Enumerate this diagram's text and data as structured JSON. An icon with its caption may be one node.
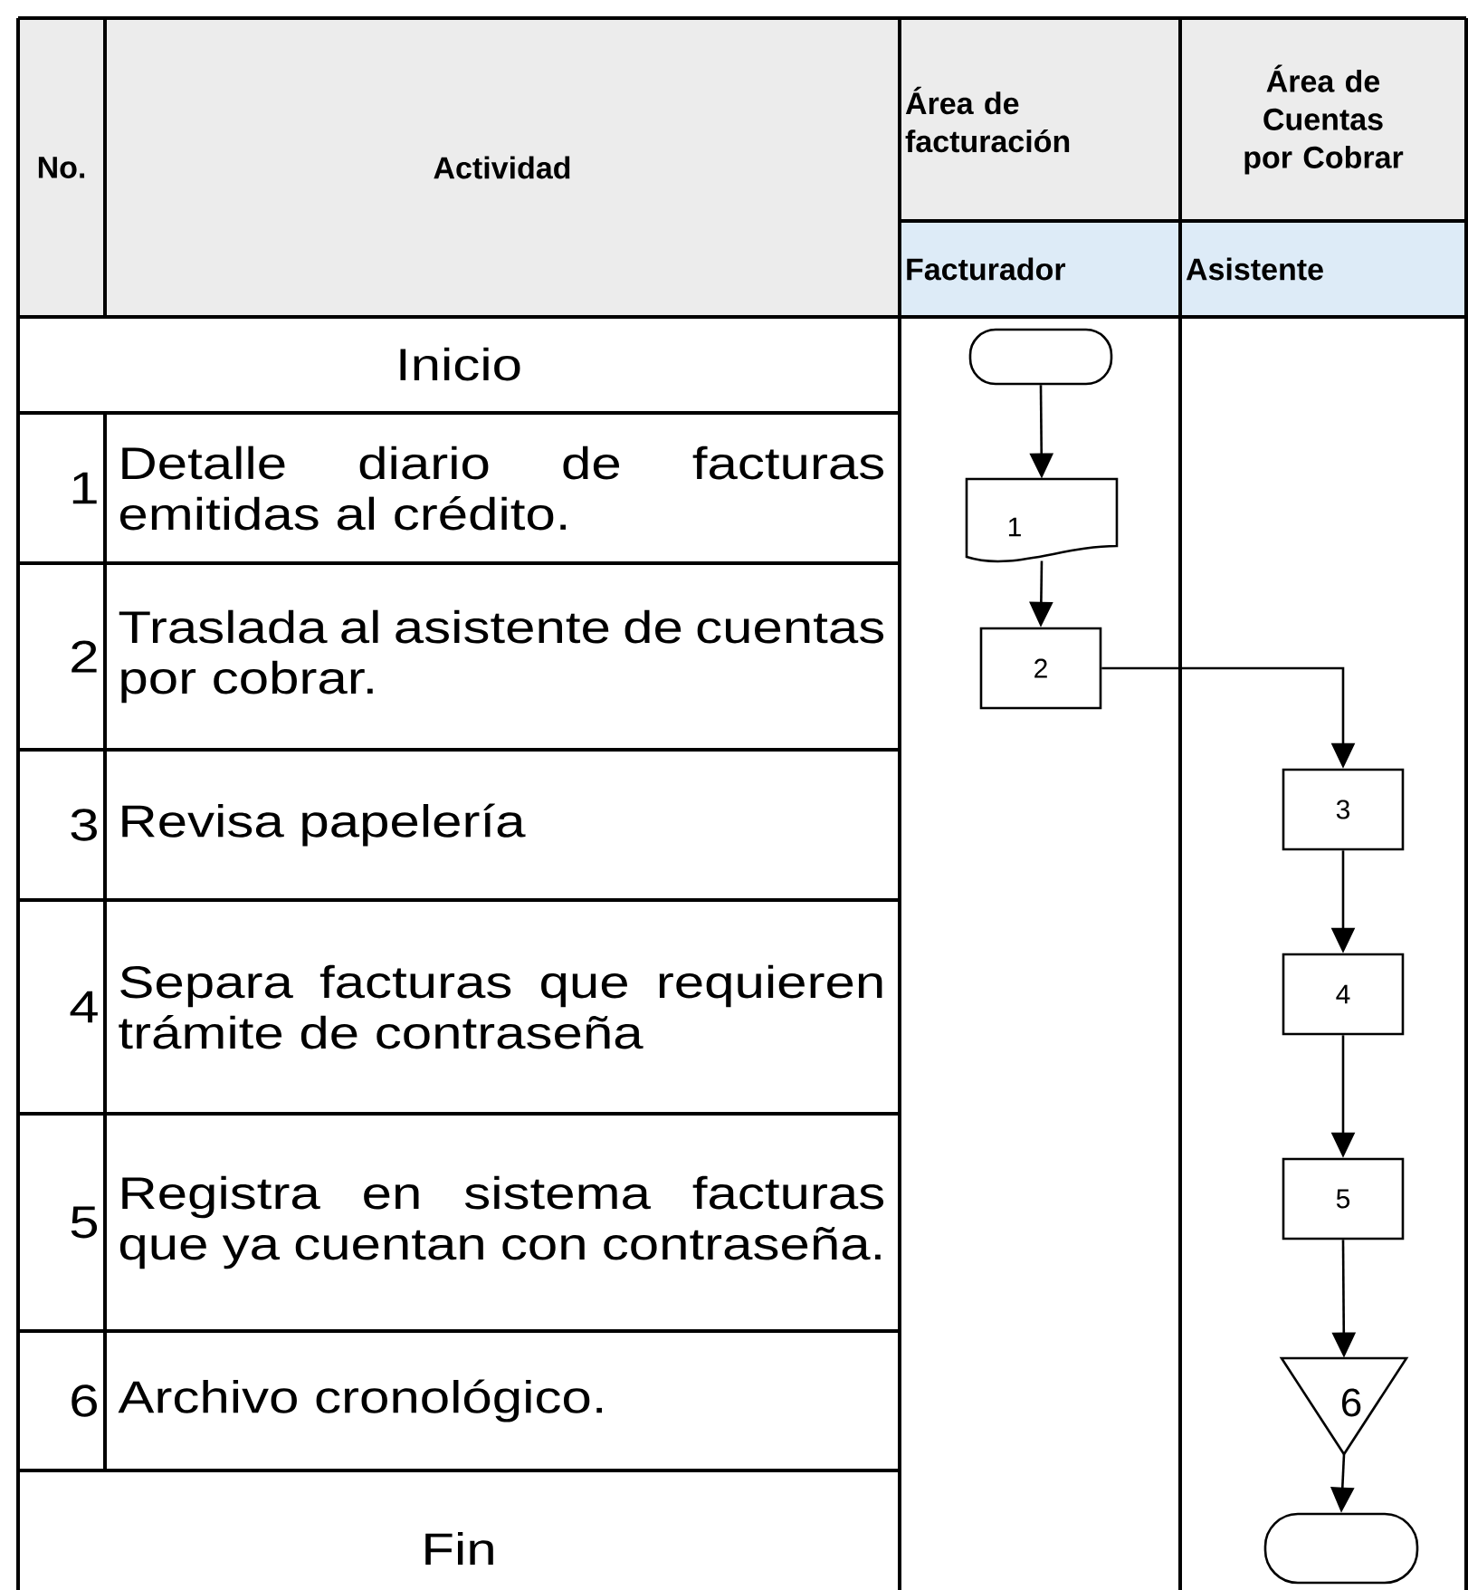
{
  "diagram": {
    "nodes": [
      {
        "text": [],
        "shape": "terminal"
      },
      {
        "text": [
          "1"
        ]
      },
      {
        "text": [
          "2"
        ]
      },
      {
        "text": [
          "3"
        ]
      },
      {
        "text": [
          "4"
        ]
      },
      {
        "text": [
          "5"
        ]
      },
      {
        "text": [
          "6"
        ]
      },
      {
        "text": [],
        "shape": "terminal"
      }
    ],
    "edges": [
      {
        "from": 0,
        "to": 1,
        "arrow": "to"
      },
      {
        "from": 1,
        "to": 2,
        "arrow": "to"
      },
      {
        "from": 2,
        "to": 3,
        "arrow": "to"
      },
      {
        "from": 3,
        "to": 4,
        "arrow": "to"
      },
      {
        "from": 4,
        "to": 5,
        "arrow": "to"
      },
      {
        "from": 5,
        "to": 6,
        "arrow": "to"
      },
      {
        "from": 6,
        "to": 7,
        "arrow": "to"
      }
    ],
    "labels": [
      "No.",
      "Actividad",
      "Área de facturación",
      "Área de Cuentas por Cobrar",
      "Facturador",
      "Asistente",
      "Inicio",
      "1",
      "Detalle diario de facturas emitidas al crédito.",
      "2",
      "Traslada al asistente de cuentas por cobrar.",
      "3",
      "Revisa papelería",
      "4",
      "Separa facturas que requieren trámite de contraseña",
      "5",
      "Registra en sistema facturas que ya cuentan con contraseña.",
      "6",
      "Archivo cronológico.",
      "Fin"
    ]
  }
}
